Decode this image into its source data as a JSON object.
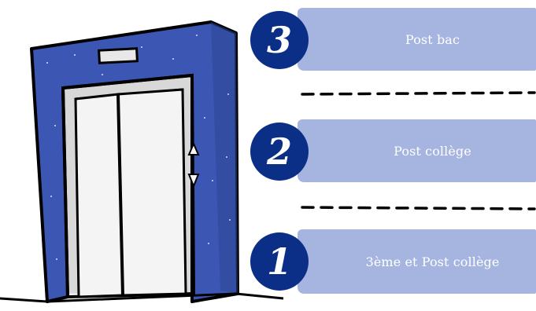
{
  "floors": [
    {
      "number": "3",
      "label": "Post bac"
    },
    {
      "number": "2",
      "label": "Post collège"
    },
    {
      "number": "1",
      "label": "3ème et Post collège"
    }
  ],
  "elevator": {
    "up_icon": "triangle-up-icon",
    "down_icon": "triangle-down-icon"
  },
  "colors": {
    "frame_blue": "#3b57b3",
    "badge_navy": "#0b2f87",
    "button_blue": "#a6b5e0",
    "outline": "#000000"
  }
}
